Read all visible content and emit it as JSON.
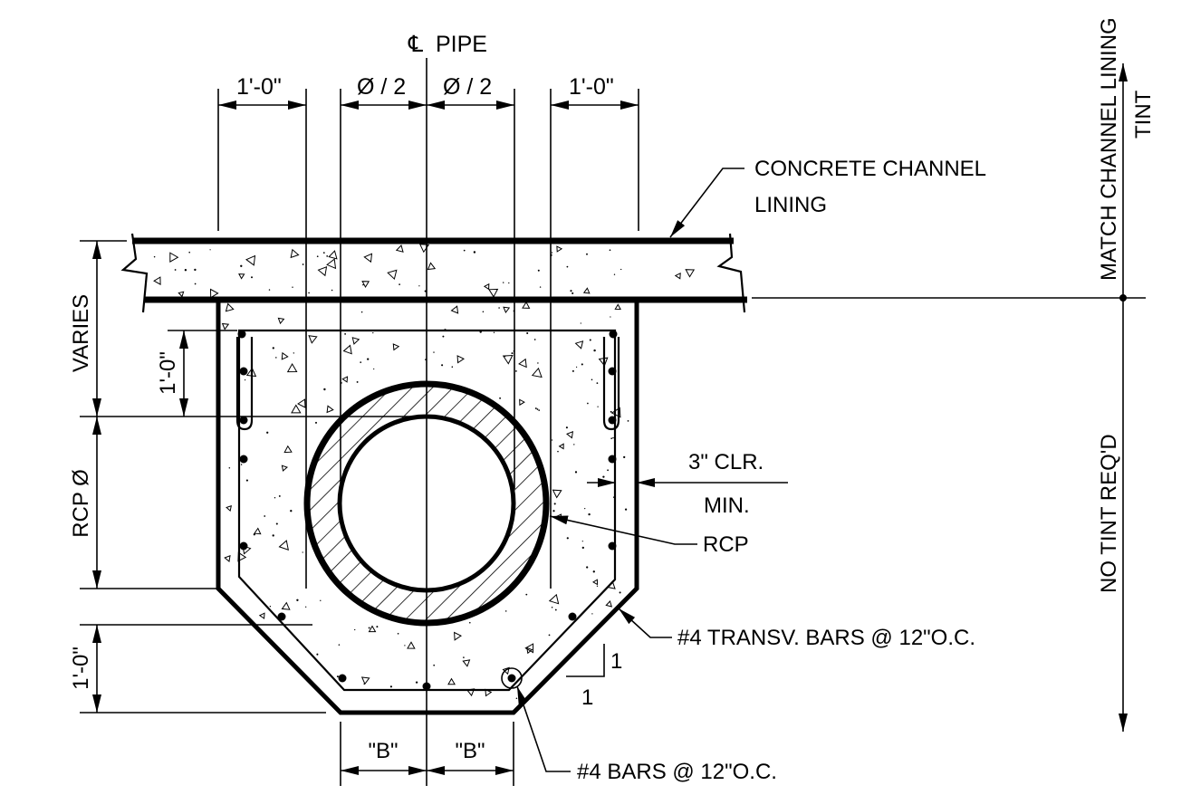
{
  "labels": {
    "centerline_symbol": "℄",
    "centerline_text": "PIPE",
    "dim_top_left": "1'-0\"",
    "dim_half_left": "Ø / 2",
    "dim_half_right": "Ø / 2",
    "dim_top_right": "1'-0\"",
    "channel_lining_line1": "CONCRETE CHANNEL",
    "channel_lining_line2": "LINING",
    "match_tint_line1": "MATCH CHANNEL LINING",
    "match_tint_line2": "TINT",
    "no_tint": "NO TINT REQ'D",
    "dim_varies": "VARIES",
    "dim_hook": "1'-0\"",
    "dim_rcp": "RCP Ø",
    "dim_bottom": "1'-0\"",
    "clear_cover_line1": "3\" CLR.",
    "clear_cover_line2": "MIN.",
    "rcp_label": "RCP",
    "transverse_bars": "#4 TRANSV. BARS @ 12\"O.C.",
    "slope_rise": "1",
    "slope_run": "1",
    "dim_b_left": "\"B\"",
    "dim_b_right": "\"B\"",
    "long_bars": "#4 BARS @ 12\"O.C."
  },
  "colors": {
    "line": "#000000",
    "background": "#ffffff"
  }
}
